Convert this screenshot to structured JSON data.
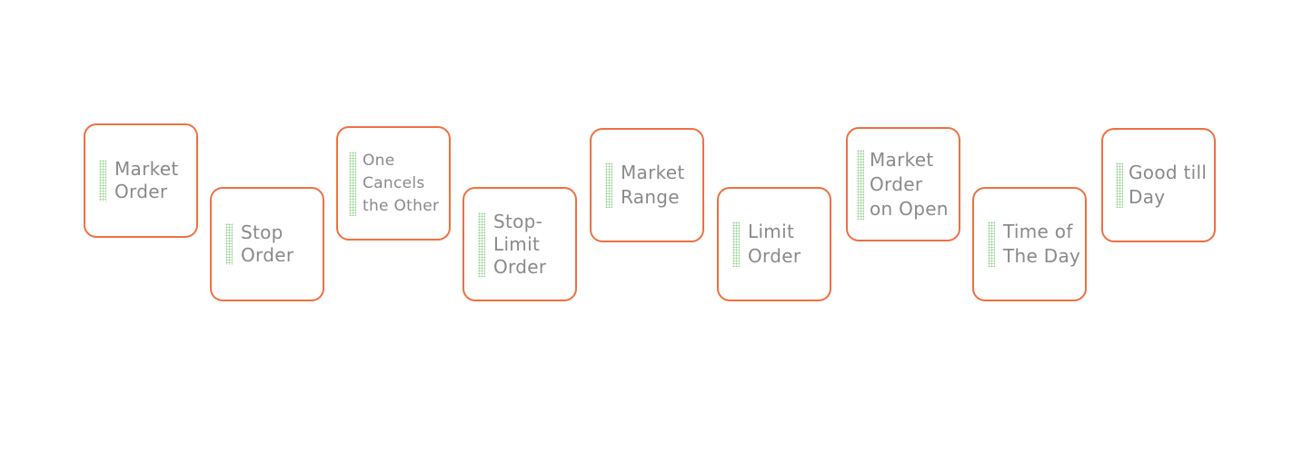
{
  "colors": {
    "border": "#f07040",
    "text": "#8a8a8a",
    "marker": "#8fd48a"
  },
  "order_types": [
    {
      "label": "Market\nOrder"
    },
    {
      "label": "Stop\nOrder"
    },
    {
      "label": "One\nCancels\nthe Other"
    },
    {
      "label": "Stop-\nLimit\nOrder"
    },
    {
      "label": "Market\nRange"
    },
    {
      "label": "Limit\nOrder"
    },
    {
      "label": "Market\nOrder\non Open"
    },
    {
      "label": "Time of\nThe Day"
    },
    {
      "label": "Good till\nDay"
    }
  ]
}
